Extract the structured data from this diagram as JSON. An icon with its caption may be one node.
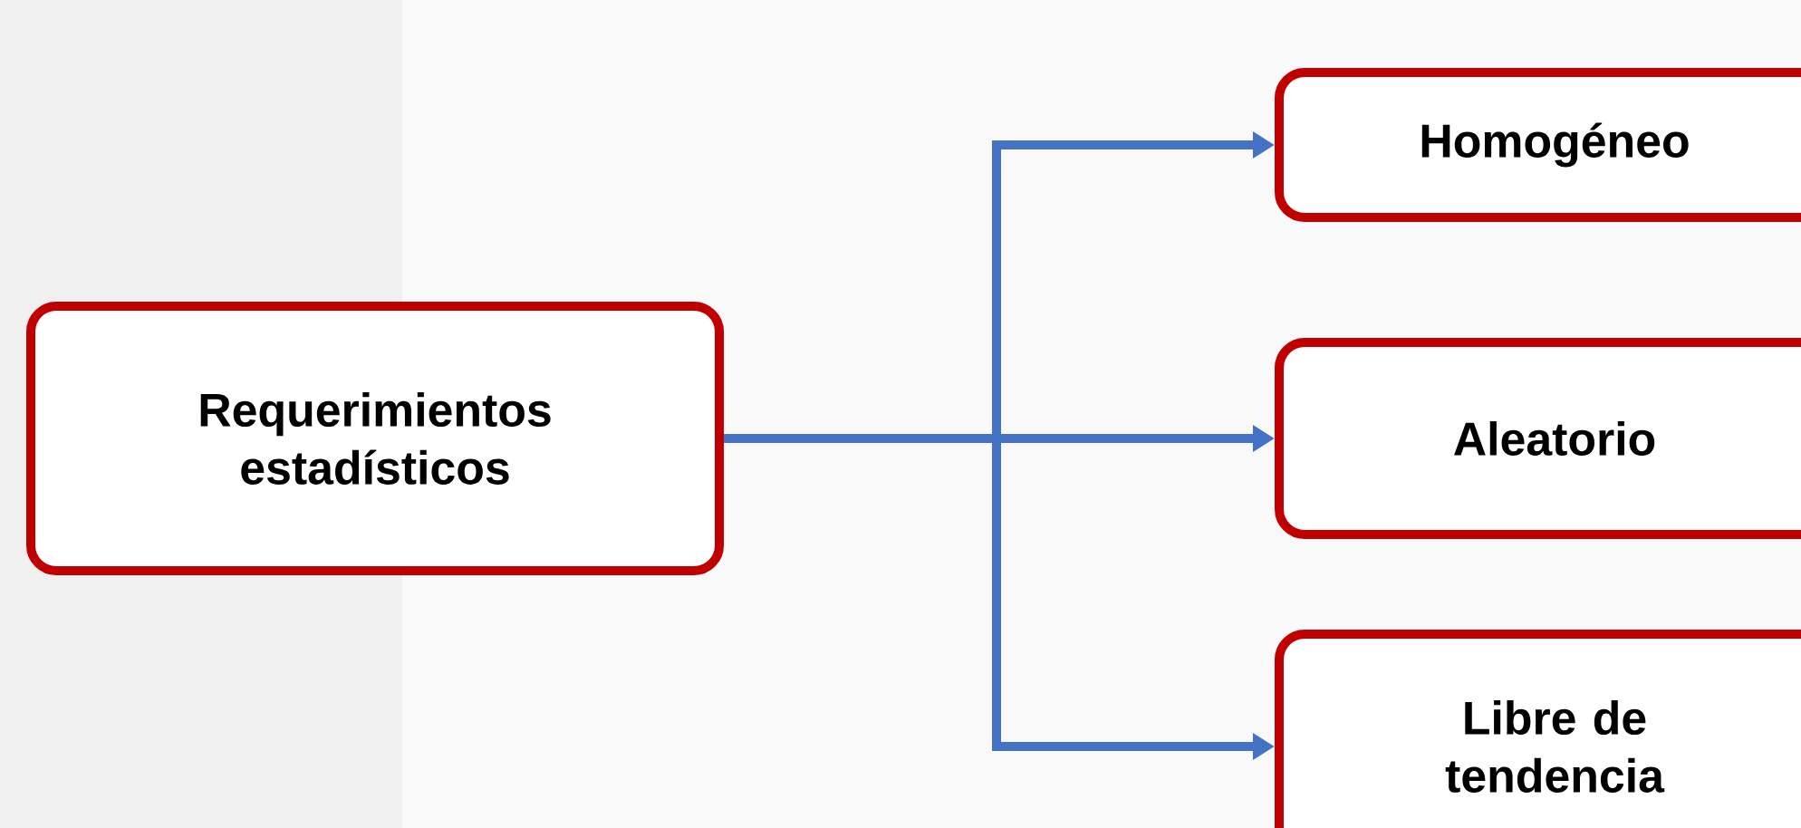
{
  "diagram": {
    "nodes": [
      {
        "text": [
          "Requerimientos estadísticos"
        ]
      },
      {
        "text": [
          "Homogéneo"
        ]
      },
      {
        "text": [
          "Aleatorio"
        ]
      },
      {
        "text": [
          "Libre de tendencia"
        ]
      }
    ],
    "edges": [
      {
        "from": 0,
        "to": 1,
        "arrow": "to"
      },
      {
        "from": 0,
        "to": 2,
        "arrow": "to"
      },
      {
        "from": 0,
        "to": 3,
        "arrow": "to"
      }
    ]
  }
}
